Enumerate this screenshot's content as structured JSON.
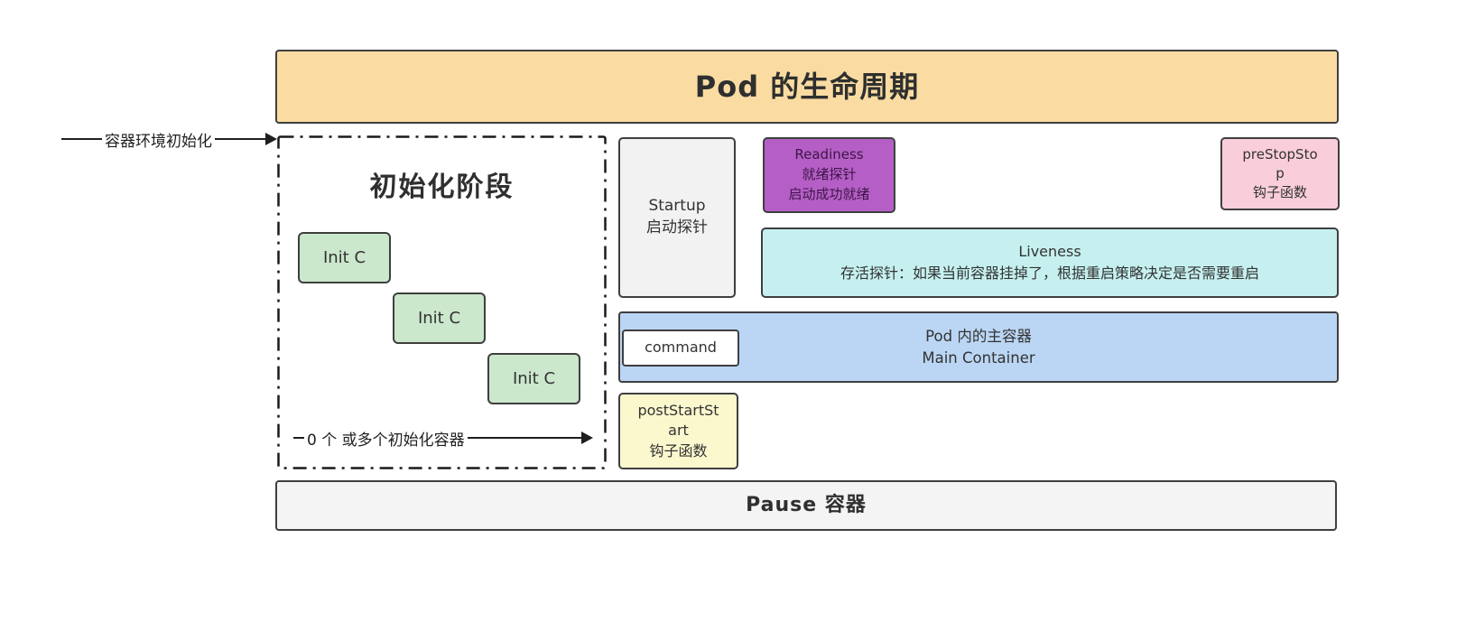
{
  "header": {
    "title": "Pod 的生命周期"
  },
  "env_init_arrow": {
    "label": "容器环境初始化"
  },
  "init_phase": {
    "title": "初始化阶段",
    "containers": [
      {
        "label": "Init C"
      },
      {
        "label": "Init C"
      },
      {
        "label": "Init C"
      }
    ],
    "arrow_label": "0 个 或多个初始化容器"
  },
  "startup_probe": {
    "line1": "Startup",
    "line2": "启动探针"
  },
  "readiness_probe": {
    "line1": "Readiness",
    "line2": "就绪探针",
    "line3": "启动成功就绪"
  },
  "prestop_hook": {
    "line1": "preStopSto",
    "line2": "p",
    "line3": "钩子函数"
  },
  "liveness_probe": {
    "line1": "Liveness",
    "line2": "存活探针：如果当前容器挂掉了，根据重启策略决定是否需要重启"
  },
  "main_container": {
    "command_label": "command",
    "line1": "Pod 内的主容器",
    "line2": "Main Container"
  },
  "poststart_hook": {
    "line1": "postStartSt",
    "line2": "art",
    "line3": "钩子函数"
  },
  "pause": {
    "label": "Pause 容器"
  },
  "colors": {
    "title_bg": "#FADCA2",
    "init_container_bg": "#CBE7CC",
    "startup_bg": "#F2F2F2",
    "readiness_bg": "#B55FC6",
    "prestop_bg": "#F9CEDA",
    "liveness_bg": "#C5F0EF",
    "main_container_bg": "#BBD6F4",
    "command_bg": "#FFFFFF",
    "poststart_bg": "#FBF8CE",
    "pause_bg": "#F4F4F4"
  }
}
